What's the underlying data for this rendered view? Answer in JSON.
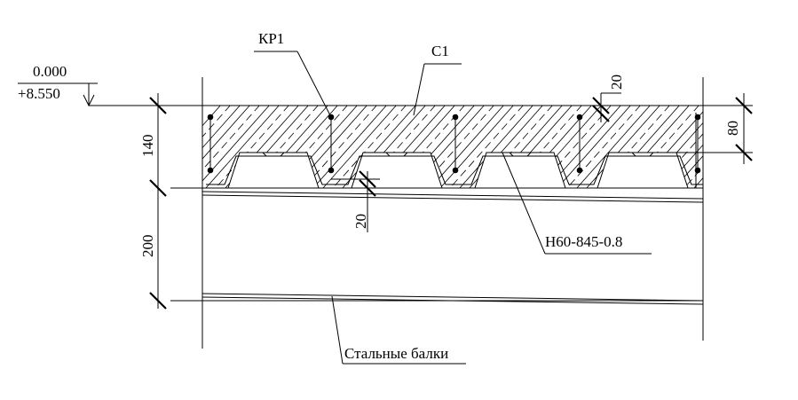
{
  "elevation": {
    "top": "0.000",
    "bottom": "+8.550"
  },
  "callouts": {
    "rebar_frame": "КР1",
    "mesh": "С1",
    "deck_profile": "Н60-845-0.8",
    "steel_beams": "Стальные балки"
  },
  "dimensions": {
    "slab_total": "140",
    "beam_height": "200",
    "cover_top": "20",
    "cover_bottom": "20",
    "deck_height": "80"
  }
}
